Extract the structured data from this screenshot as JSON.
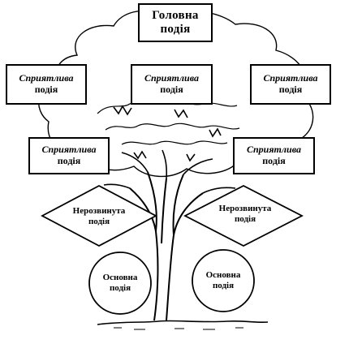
{
  "main_event": {
    "line1": "Головна",
    "line2": "подія"
  },
  "intermediate_events": [
    {
      "line1": "Cприятлива",
      "line2": "подія"
    },
    {
      "line1": "Сприятлива",
      "line2": "подія"
    },
    {
      "line1": "Сприятлива",
      "line2": "подія"
    },
    {
      "line1": "Сприятлива",
      "line2": "подія"
    },
    {
      "line1": "Сприятлива",
      "line2": "подія"
    }
  ],
  "undeveloped_events": [
    {
      "line1": "Нерозвинута",
      "line2": "подія"
    },
    {
      "line1": "Нерозвинута",
      "line2": "подія"
    }
  ],
  "basic_events": [
    {
      "line1": "Основна",
      "line2": "подія"
    },
    {
      "line1": "Основна",
      "line2": "подія"
    }
  ]
}
